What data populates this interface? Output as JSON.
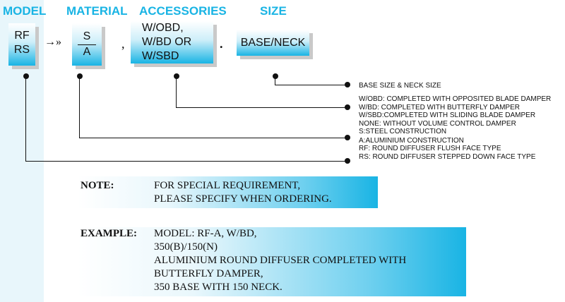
{
  "headers": {
    "model": "MODEL",
    "material": "MATERIAL",
    "accessories": "ACCESSORIES",
    "size": "SIZE"
  },
  "boxes": {
    "model": [
      "RF",
      "RS"
    ],
    "arrow": "→»",
    "material_top": "S",
    "material_bottom": "A",
    "comma": ",",
    "accessories": [
      "W/OBD,",
      "W/BD OR",
      "W/SBD"
    ],
    "dot": ".",
    "size": "BASE/NECK"
  },
  "legend": [
    "BASE SIZE & NECK SIZE",
    "W/OBD: COMPLETED WITH OPPOSITED BLADE DAMPER",
    "W/BD: COMPLETED WITH BUTTERFLY DAMPER",
    "W/SBD:COMPLETED WITH SLIDING BLADE DAMPER",
    "NONE: WITHOUT VOLUME CONTROL DAMPER",
    "S:STEEL CONSTRUCTION",
    "A:ALUMINIUM CONSTRUCTION",
    "RF: ROUND DIFFUSER FLUSH FACE TYPE",
    "RS: ROUND DIFFUSER STEPPED DOWN FACE TYPE"
  ],
  "note": {
    "label": "NOTE:",
    "lines": [
      "FOR SPECIAL REQUIREMENT,",
      "PLEASE SPECIFY WHEN ORDERING."
    ]
  },
  "example": {
    "label": "EXAMPLE:",
    "lines": [
      "MODEL: RF-A, W/BD,",
      "350(B)/150(N)",
      "ALUMINIUM ROUND DIFFUSER COMPLETED WITH",
      "BUTTERFLY DAMPER,",
      "350 BASE WITH 150 NECK."
    ]
  }
}
